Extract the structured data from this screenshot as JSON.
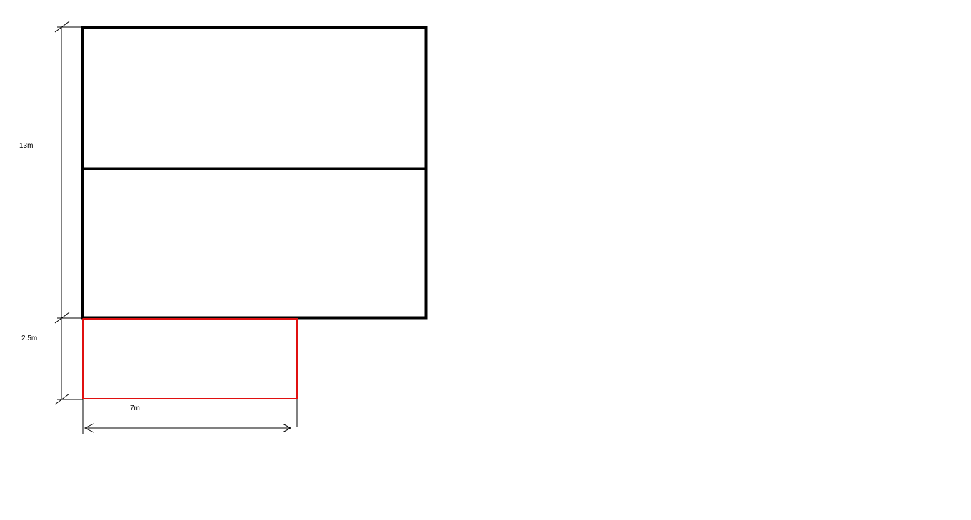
{
  "drawing": {
    "colors": {
      "outline": "#000000",
      "extension": "#e01010",
      "background": "#ffffff"
    },
    "dimensions": {
      "main_height_label": "13m",
      "extension_height_label": "2.5m",
      "extension_width_label": "7m"
    }
  }
}
